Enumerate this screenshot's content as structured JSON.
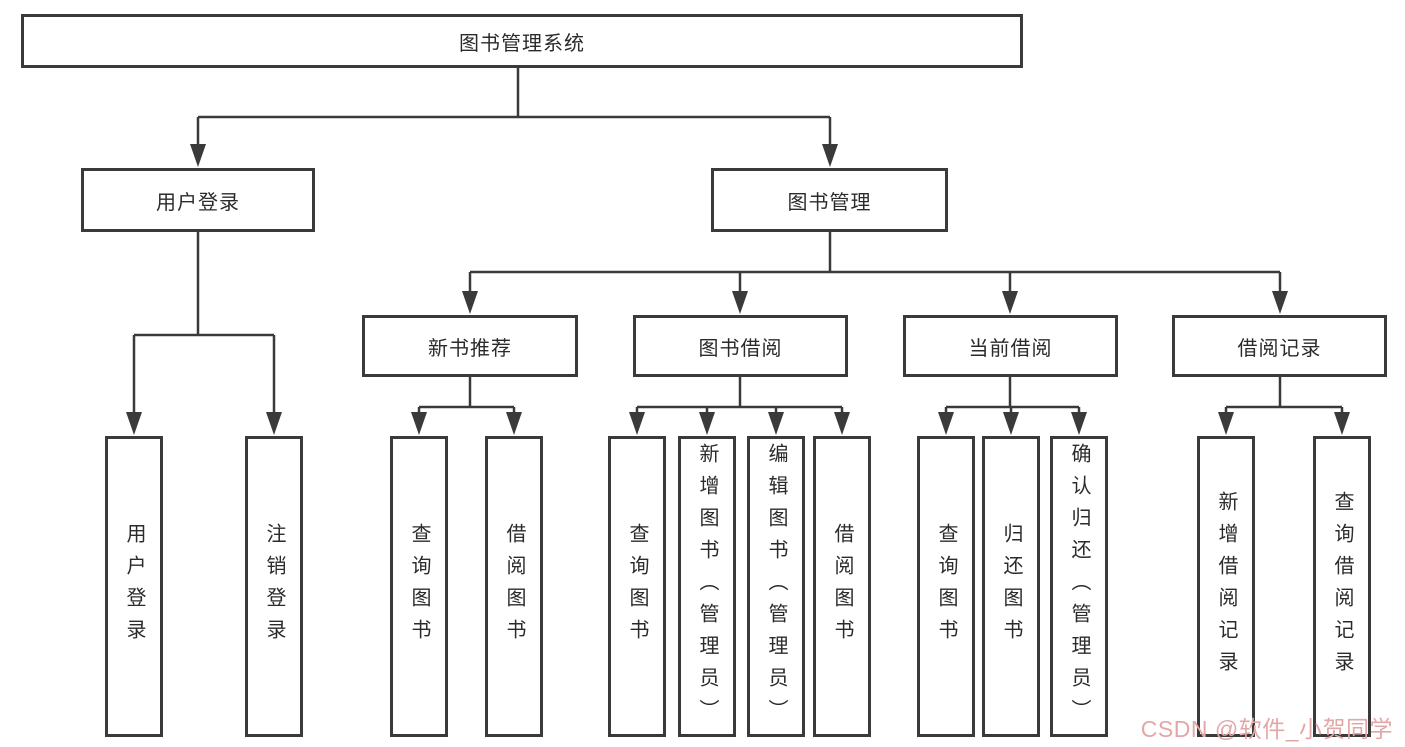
{
  "tree": {
    "label": "图书管理系统",
    "children": [
      {
        "label": "用户登录",
        "children": [
          {
            "label": "用户登录"
          },
          {
            "label": "注销登录"
          }
        ]
      },
      {
        "label": "图书管理",
        "children": [
          {
            "label": "新书推荐",
            "children": [
              {
                "label": "查询图书"
              },
              {
                "label": "借阅图书"
              }
            ]
          },
          {
            "label": "图书借阅",
            "children": [
              {
                "label": "查询图书"
              },
              {
                "label": "新增图书（管理员）"
              },
              {
                "label": "编辑图书（管理员）"
              },
              {
                "label": "借阅图书"
              }
            ]
          },
          {
            "label": "当前借阅",
            "children": [
              {
                "label": "查询图书"
              },
              {
                "label": "归还图书"
              },
              {
                "label": "确认归还（管理员）"
              }
            ]
          },
          {
            "label": "借阅记录",
            "children": [
              {
                "label": "新增借阅记录"
              },
              {
                "label": "查询借阅记录"
              }
            ]
          }
        ]
      }
    ]
  },
  "watermark": {
    "text": "CSDN @软件_小贺同学",
    "color": "#e3a7a7"
  },
  "style": {
    "line_color": "#3a3a3a",
    "box_fill": "#ffffff",
    "text_color": "#2b2b2b"
  }
}
